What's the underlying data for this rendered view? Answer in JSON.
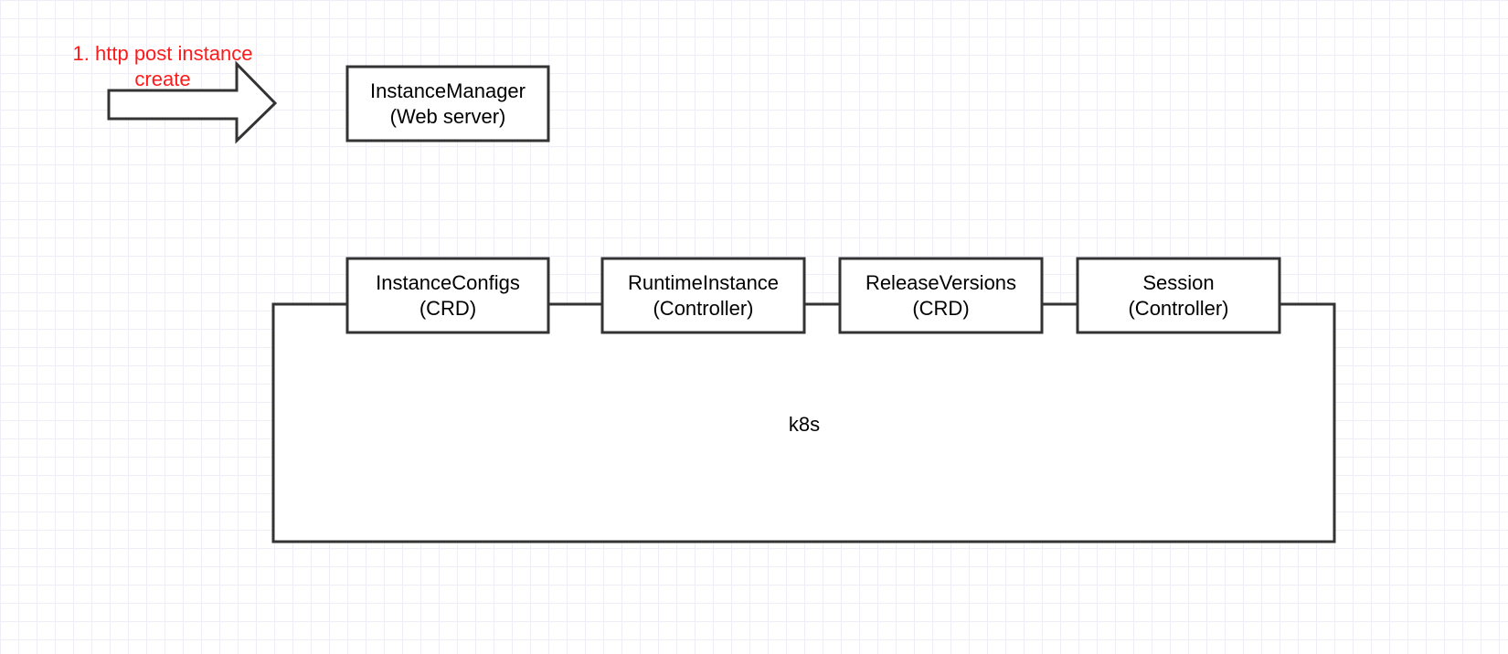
{
  "annotation": {
    "line1": "1. http post instance",
    "line2": "create",
    "color": "#ff1a1a"
  },
  "arrow": {
    "icon": "right-arrow-icon"
  },
  "instance_manager": {
    "name": "InstanceManager",
    "role": "(Web server)"
  },
  "k8s": {
    "label": "k8s"
  },
  "components": [
    {
      "name": "InstanceConfigs",
      "role": "(CRD)"
    },
    {
      "name": "RuntimeInstance",
      "role": "(Controller)"
    },
    {
      "name": "ReleaseVersions",
      "role": "(CRD)"
    },
    {
      "name": "Session",
      "role": "(Controller)"
    }
  ],
  "colors": {
    "stroke": "#333333",
    "text": "#000000",
    "grid": "#eeeef6"
  }
}
